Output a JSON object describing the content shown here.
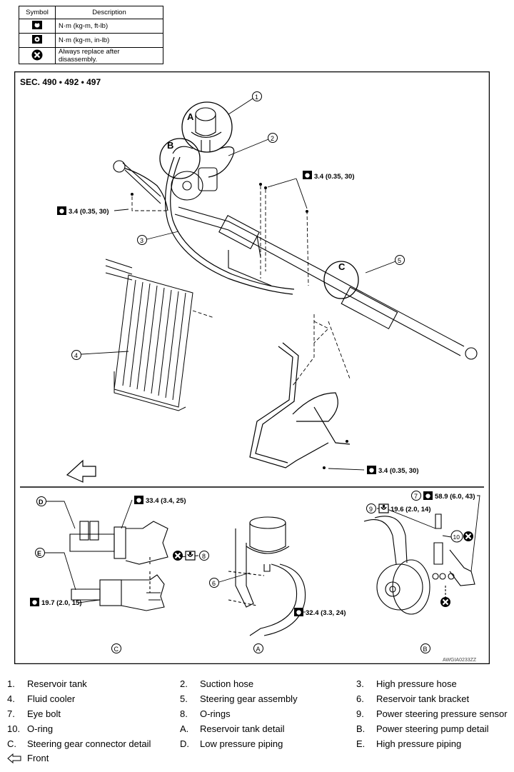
{
  "legend": {
    "header_symbol": "Symbol",
    "header_description": "Description",
    "rows": [
      {
        "icon": "torque-wrench-icon",
        "text": "N·m (kg-m, ft-lb)"
      },
      {
        "icon": "torque-wrench-small-icon",
        "text": "N·m (kg-m, in-lb)"
      },
      {
        "icon": "replace-x-icon",
        "text": "Always replace after disassembly."
      }
    ]
  },
  "diagram": {
    "section": "SEC. 490 • 492 • 497",
    "torque_top_right": "3.4 (0.35, 30)",
    "torque_left": "3.4 (0.35, 30)",
    "torque_bottom": "3.4 (0.35, 30)",
    "torque_c_top": "33.4 (3.4, 25)",
    "torque_c_bottom": "19.7 (2.0, 15)",
    "torque_a": "32.4 (3.3, 24)",
    "torque_b_top": "58.9 (6.0, 43)",
    "torque_b_mid": "19.6 (2.0, 14)",
    "letters": {
      "a": "A",
      "b": "B",
      "c": "C",
      "d": "D",
      "e": "E"
    },
    "numbers": {
      "n1": "1",
      "n2": "2",
      "n3": "3",
      "n4": "4",
      "n5": "5",
      "n6": "6",
      "n7": "7",
      "n8": "8",
      "n9": "9",
      "n10": "10"
    },
    "detail_labels": {
      "c": "C",
      "a": "A",
      "b": "B"
    },
    "ref_code": "AWGIA0233ZZ"
  },
  "callouts": [
    {
      "key": "1.",
      "text": "Reservoir tank"
    },
    {
      "key": "2.",
      "text": "Suction hose"
    },
    {
      "key": "3.",
      "text": "High pressure hose"
    },
    {
      "key": "4.",
      "text": "Fluid cooler"
    },
    {
      "key": "5.",
      "text": "Steering gear assembly"
    },
    {
      "key": "6.",
      "text": "Reservoir tank bracket"
    },
    {
      "key": "7.",
      "text": "Eye bolt"
    },
    {
      "key": "8.",
      "text": "O-rings"
    },
    {
      "key": "9.",
      "text": "Power steering pressure sensor"
    },
    {
      "key": "10.",
      "text": "O-ring"
    },
    {
      "key": "A.",
      "text": "Reservoir tank detail"
    },
    {
      "key": "B.",
      "text": "Power steering pump detail"
    },
    {
      "key": "C.",
      "text": "Steering gear connector detail"
    },
    {
      "key": "D.",
      "text": "Low pressure piping"
    },
    {
      "key": "E.",
      "text": "High pressure piping"
    }
  ],
  "front": {
    "icon": "front-arrow-icon",
    "label": "Front"
  }
}
